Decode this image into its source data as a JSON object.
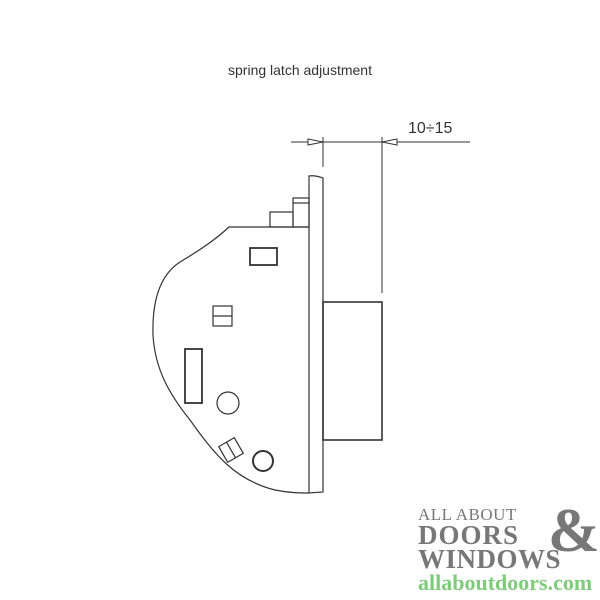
{
  "title": "spring latch adjustment",
  "dimension_label": "10÷15",
  "logo": {
    "line1": "ALL ABOUT",
    "line2": "DOORS",
    "ampersand": "&",
    "line3": "WINDOWS",
    "url": "allaboutdoors.com",
    "colors": {
      "text": "#777777",
      "url": "#7ecb7a"
    }
  }
}
